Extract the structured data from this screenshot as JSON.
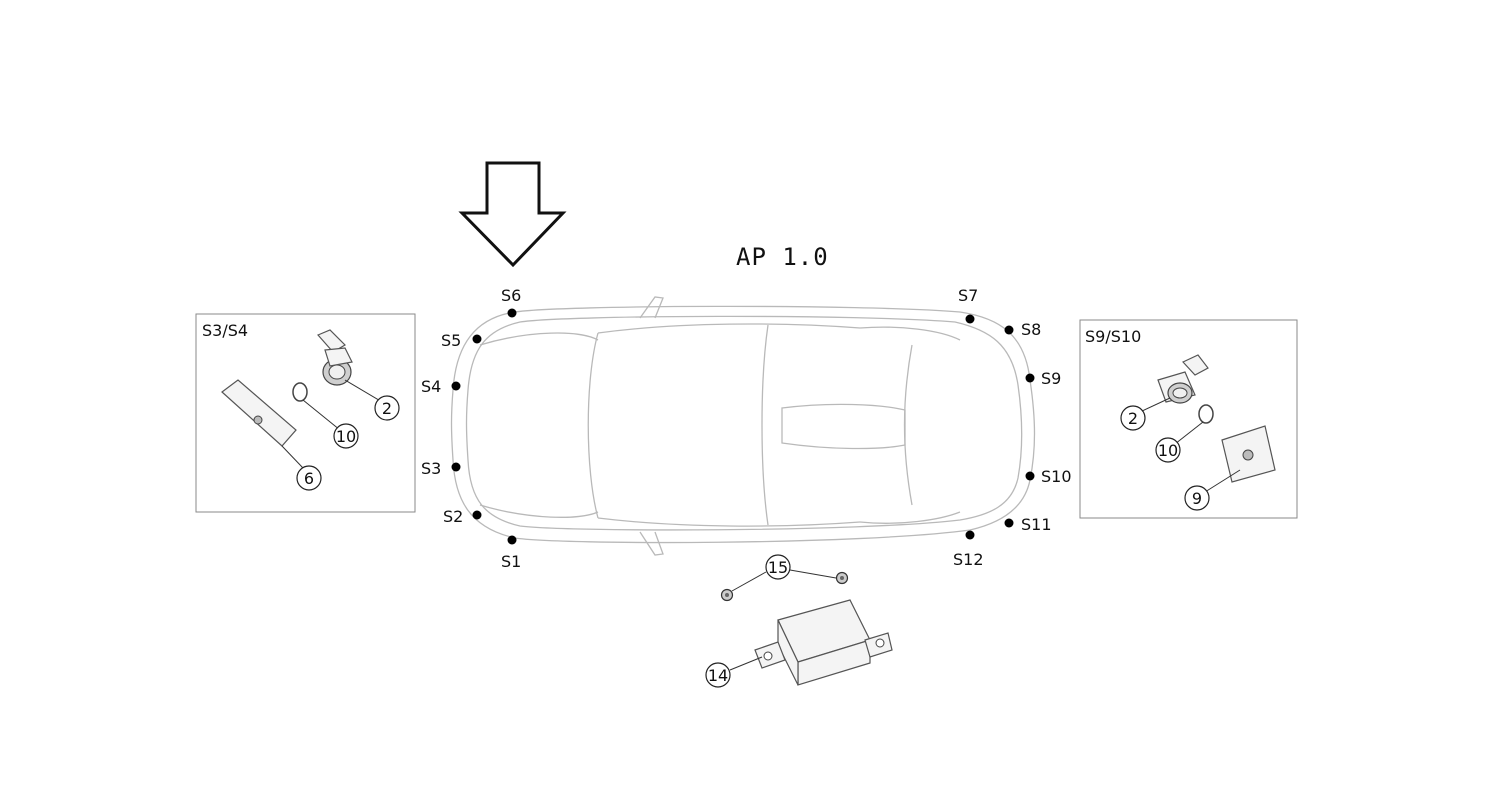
{
  "title": "AP 1.0",
  "sensors": [
    {
      "id": "S1",
      "label": "S1"
    },
    {
      "id": "S2",
      "label": "S2"
    },
    {
      "id": "S3",
      "label": "S3"
    },
    {
      "id": "S4",
      "label": "S4"
    },
    {
      "id": "S5",
      "label": "S5"
    },
    {
      "id": "S6",
      "label": "S6"
    },
    {
      "id": "S7",
      "label": "S7"
    },
    {
      "id": "S8",
      "label": "S8"
    },
    {
      "id": "S9",
      "label": "S9"
    },
    {
      "id": "S10",
      "label": "S10"
    },
    {
      "id": "S11",
      "label": "S11"
    },
    {
      "id": "S12",
      "label": "S12"
    }
  ],
  "left_inset": {
    "title": "S3/S4",
    "callouts": [
      "2",
      "10",
      "6"
    ]
  },
  "right_inset": {
    "title": "S9/S10",
    "callouts": [
      "2",
      "10",
      "9"
    ]
  },
  "module": {
    "callouts": [
      "15",
      "14"
    ]
  }
}
